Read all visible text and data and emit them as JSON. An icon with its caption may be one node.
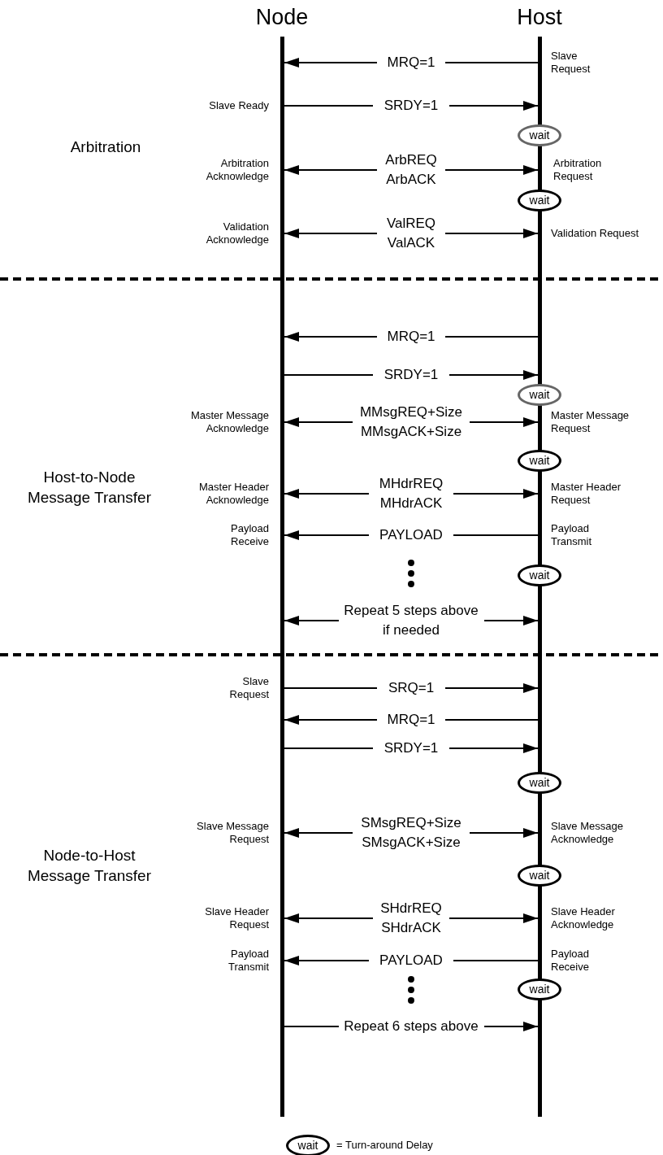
{
  "diagram": {
    "nodes": [
      {
        "text": [],
        "shape": "bar"
      },
      {
        "text": [],
        "shape": "bar"
      },
      {
        "text": [
          "wait"
        ]
      },
      {
        "text": [
          "wait"
        ]
      },
      {
        "text": [
          "wait"
        ]
      },
      {
        "text": [
          "wait"
        ]
      },
      {
        "text": [
          "wait"
        ]
      },
      {
        "text": [
          "wait"
        ]
      },
      {
        "text": [
          "wait"
        ]
      },
      {
        "text": [
          "wait"
        ]
      },
      {
        "text": [
          "wait"
        ],
        "beside": [
          "= Turn-around Delay"
        ]
      }
    ],
    "edges": [
      {
        "from": 1,
        "to": 0,
        "arrow": "to",
        "label": "MRQ=1"
      },
      {
        "from": 0,
        "to": 1,
        "arrow": "to",
        "label": "SRDY=1"
      },
      {
        "from": 0,
        "to": 1,
        "arrow": "both",
        "label": "ArbREQ ArbACK"
      },
      {
        "from": 0,
        "to": 1,
        "arrow": "both",
        "label": "ValREQ ValACK"
      },
      {
        "from": 1,
        "to": 0,
        "arrow": "to",
        "label": "MRQ=1"
      },
      {
        "from": 0,
        "to": 1,
        "arrow": "to",
        "label": "SRDY=1"
      },
      {
        "from": 0,
        "to": 1,
        "arrow": "both",
        "label": "MMsgREQ+Size MMsgACK+Size"
      },
      {
        "from": 0,
        "to": 1,
        "arrow": "both",
        "label": "MHdrREQ MHdrACK"
      },
      {
        "from": 1,
        "to": 0,
        "arrow": "to",
        "label": "PAYLOAD"
      },
      {
        "from": 0,
        "to": 1,
        "arrow": "both",
        "label": "Repeat 5 steps above if needed"
      },
      {
        "from": 0,
        "to": 1,
        "arrow": "to",
        "label": "SRQ=1"
      },
      {
        "from": 1,
        "to": 0,
        "arrow": "to",
        "label": "MRQ=1"
      },
      {
        "from": 0,
        "to": 1,
        "arrow": "to",
        "label": "SRDY=1"
      },
      {
        "from": 0,
        "to": 1,
        "arrow": "both",
        "label": "SMsgREQ+Size SMsgACK+Size"
      },
      {
        "from": 0,
        "to": 1,
        "arrow": "both",
        "label": "SHdrREQ SHdrACK"
      },
      {
        "from": 1,
        "to": 0,
        "arrow": "to",
        "label": "PAYLOAD"
      },
      {
        "from": 0,
        "to": 1,
        "arrow": "to",
        "label": "Repeat 6 steps above"
      }
    ],
    "labels": [
      "Node",
      "Host",
      "Slave Request",
      "Slave Ready",
      "Arbitration",
      "Arbitration Acknowledge",
      "Arbitration Request",
      "Validation Acknowledge",
      "Validation Request",
      "Master Message Acknowledge",
      "Master Message Request",
      "Host-to-Node Message Transfer",
      "Master Header Acknowledge",
      "Master Header Request",
      "Payload Receive",
      "Payload Transmit",
      "Slave Request",
      "Slave Message Request",
      "Slave Message Acknowledge",
      "Node-to-Host Message Transfer",
      "Slave Header Request",
      "Slave Header Acknowledge",
      "Payload Transmit",
      "Payload Receive"
    ]
  }
}
